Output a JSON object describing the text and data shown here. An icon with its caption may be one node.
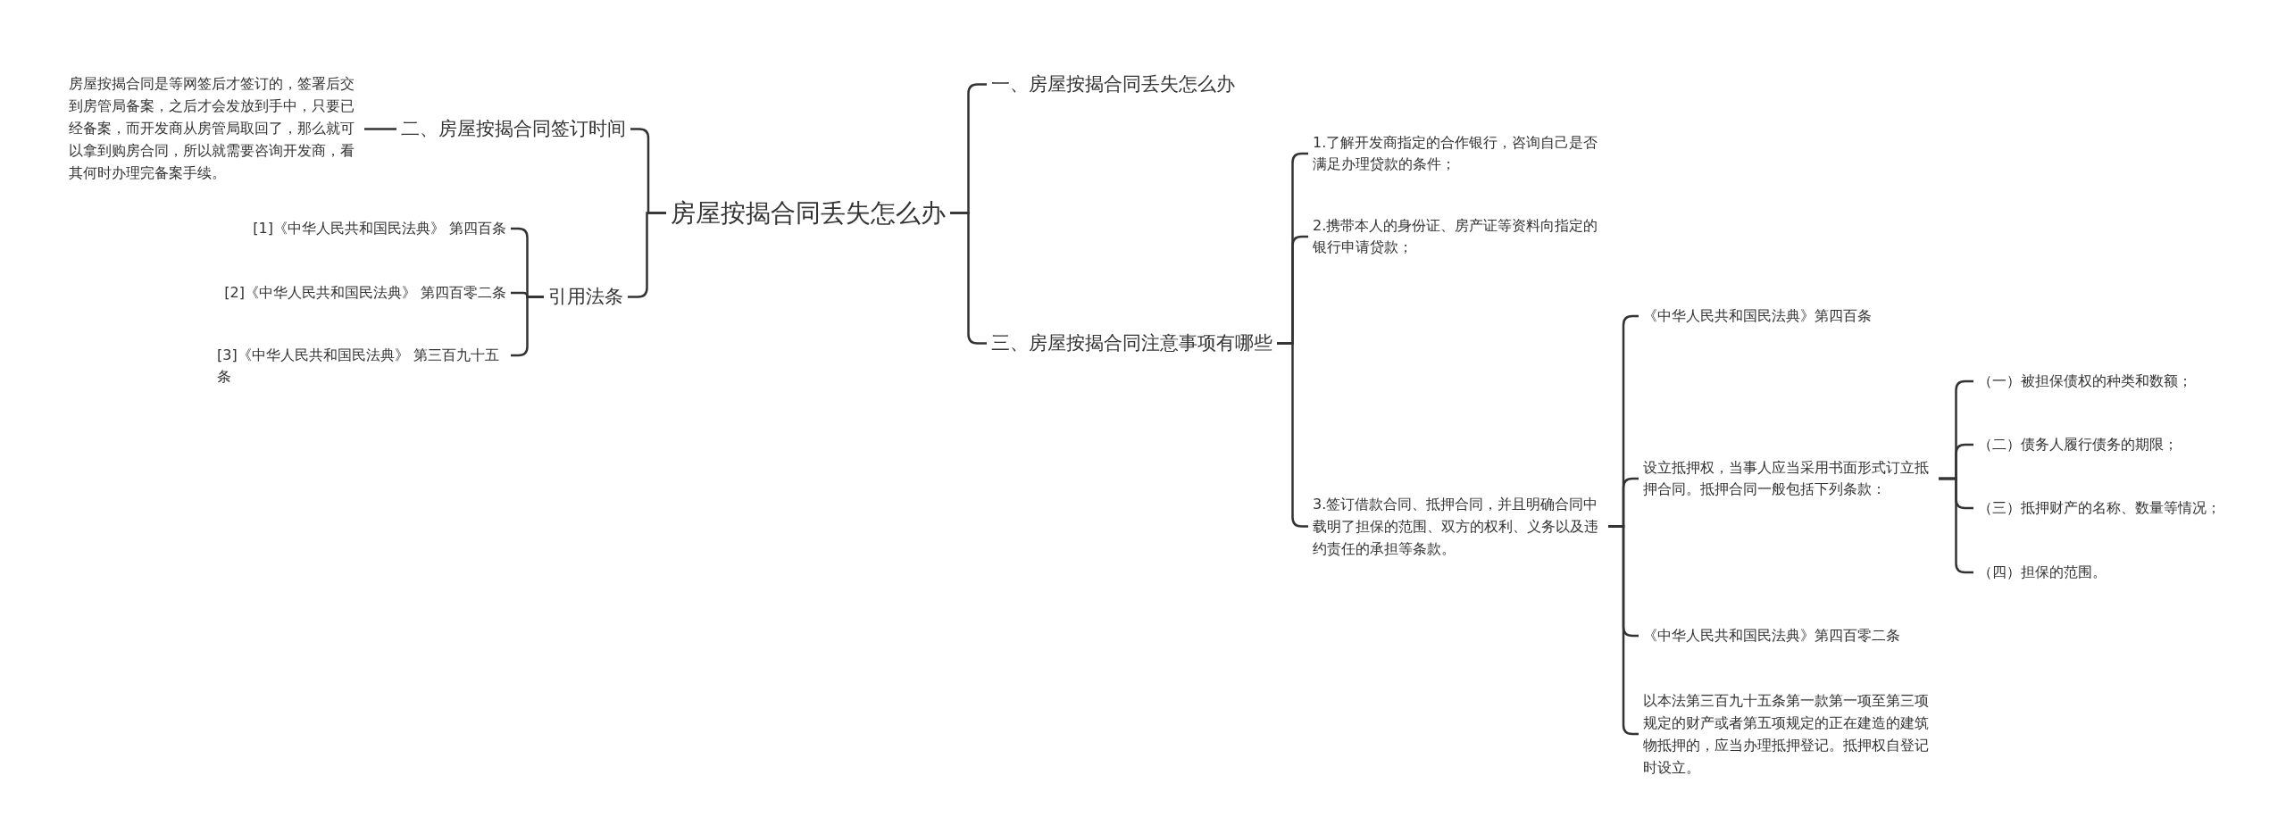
{
  "diagram": {
    "nodes": [
      {
        "text": [
          "房屋按揭合同丢失怎么办"
        ]
      },
      {
        "text": [
          "一、房屋按揭合同丢失怎么办"
        ]
      },
      {
        "text": [
          "二、房屋按揭合同签订时间"
        ]
      },
      {
        "text": [
          "房屋按揭合同是等网签后才签订的，签署后交到房管局备案，之后才会发放到手中，只要已经备案，而开发商从房管局取回了，那么就可以拿到购房合同，所以就需要咨询开发商，看其何时办理完备案手续。"
        ]
      },
      {
        "text": [
          "三、房屋按揭合同注意事项有哪些"
        ]
      },
      {
        "text": [
          "1.了解开发商指定的合作银行，咨询自己是否满足办理贷款的条件；"
        ]
      },
      {
        "text": [
          "2.携带本人的身份证、房产证等资料向指定的银行申请贷款；"
        ]
      },
      {
        "text": [
          "3.签订借款合同、抵押合同，并且明确合同中载明了担保的范围、双方的权利、义务以及违约责任的承担等条款。"
        ]
      },
      {
        "text": [
          "《中华人民共和国民法典》第四百条"
        ]
      },
      {
        "text": [
          "设立抵押权，当事人应当采用书面形式订立抵押合同。抵押合同一般包括下列条款："
        ]
      },
      {
        "text": [
          "（一）被担保债权的种类和数额；"
        ]
      },
      {
        "text": [
          "（二）债务人履行债务的期限；"
        ]
      },
      {
        "text": [
          "（三）抵押财产的名称、数量等情况；"
        ]
      },
      {
        "text": [
          "（四）担保的范围。"
        ]
      },
      {
        "text": [
          "《中华人民共和国民法典》第四百零二条"
        ]
      },
      {
        "text": [
          "以本法第三百九十五条第一款第一项至第三项规定的财产或者第五项规定的正在建造的建筑物抵押的，应当办理抵押登记。抵押权自登记时设立。"
        ]
      },
      {
        "text": [
          "引用法条"
        ]
      },
      {
        "text": [
          "[1]《中华人民共和国民法典》 第四百条"
        ]
      },
      {
        "text": [
          "[2]《中华人民共和国民法典》 第四百零二条"
        ]
      },
      {
        "text": [
          "[3]《中华人民共和国民法典》 第三百九十五条"
        ]
      }
    ],
    "edges": [
      {
        "from": 0,
        "to": 1,
        "arrow": "none"
      },
      {
        "from": 0,
        "to": 2,
        "arrow": "none"
      },
      {
        "from": 0,
        "to": 4,
        "arrow": "none"
      },
      {
        "from": 0,
        "to": 16,
        "arrow": "none"
      },
      {
        "from": 2,
        "to": 3,
        "arrow": "none"
      },
      {
        "from": 4,
        "to": 5,
        "arrow": "none"
      },
      {
        "from": 4,
        "to": 6,
        "arrow": "none"
      },
      {
        "from": 4,
        "to": 7,
        "arrow": "none"
      },
      {
        "from": 7,
        "to": 8,
        "arrow": "none"
      },
      {
        "from": 7,
        "to": 9,
        "arrow": "none"
      },
      {
        "from": 7,
        "to": 14,
        "arrow": "none"
      },
      {
        "from": 7,
        "to": 15,
        "arrow": "none"
      },
      {
        "from": 9,
        "to": 10,
        "arrow": "none"
      },
      {
        "from": 9,
        "to": 11,
        "arrow": "none"
      },
      {
        "from": 9,
        "to": 12,
        "arrow": "none"
      },
      {
        "from": 9,
        "to": 13,
        "arrow": "none"
      },
      {
        "from": 16,
        "to": 17,
        "arrow": "none"
      },
      {
        "from": 16,
        "to": 18,
        "arrow": "none"
      },
      {
        "from": 16,
        "to": 19,
        "arrow": "none"
      }
    ]
  }
}
